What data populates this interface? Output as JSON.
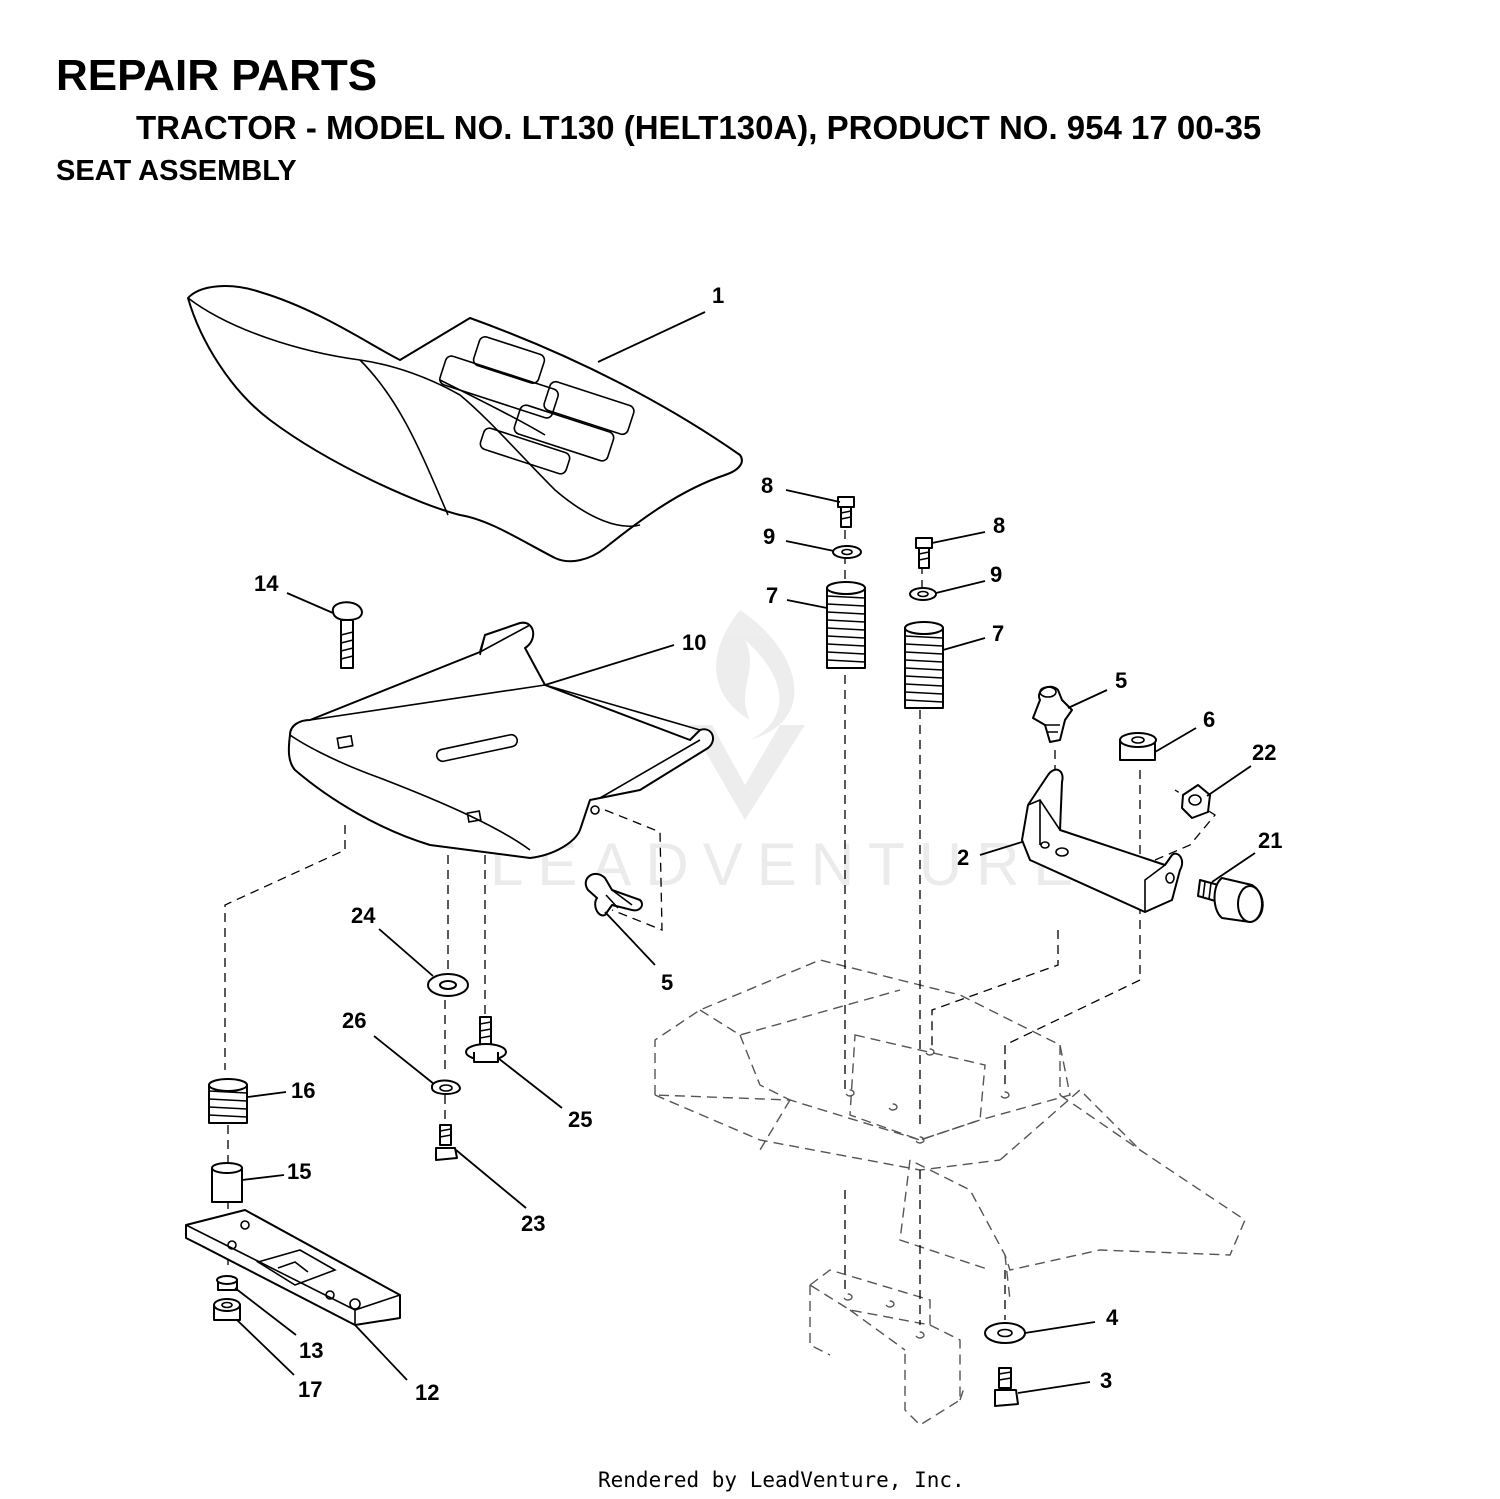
{
  "header": {
    "title": "REPAIR PARTS",
    "subtitle": "TRACTOR - MODEL NO. LT130 (HELT130A), PRODUCT NO. 954 17 00-35",
    "section": "SEAT ASSEMBLY"
  },
  "watermark": "LEADVENTURE",
  "callouts": {
    "c1": "1",
    "c2": "2",
    "c3": "3",
    "c4": "4",
    "c5a": "5",
    "c5b": "5",
    "c6": "6",
    "c7a": "7",
    "c7b": "7",
    "c8a": "8",
    "c8b": "8",
    "c9a": "9",
    "c9b": "9",
    "c10": "10",
    "c12": "12",
    "c13": "13",
    "c14": "14",
    "c15": "15",
    "c16": "16",
    "c17": "17",
    "c21": "21",
    "c22": "22",
    "c23": "23",
    "c24": "24",
    "c25": "25",
    "c26": "26"
  },
  "footer": "Rendered by LeadVenture, Inc."
}
